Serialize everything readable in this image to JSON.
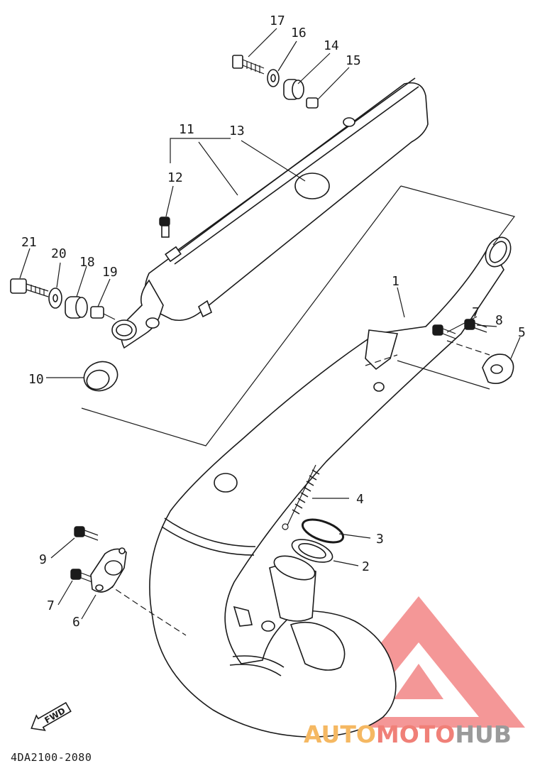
{
  "diagram": {
    "reference_code": "4DA2100-2080",
    "fwd_label": "FWD",
    "watermark": {
      "text_auto": "AUTO",
      "text_moto": "MOTO",
      "text_hub": "HUB",
      "color_auto": "#f5b862",
      "color_moto": "#f08078",
      "color_hub": "#9a9a9a",
      "logo_color": "#f07070"
    },
    "callouts": [
      "1",
      "2",
      "3",
      "4",
      "5",
      "6",
      "7",
      "7",
      "8",
      "9",
      "10",
      "11",
      "12",
      "13",
      "14",
      "15",
      "16",
      "17",
      "18",
      "19",
      "20",
      "21"
    ]
  }
}
